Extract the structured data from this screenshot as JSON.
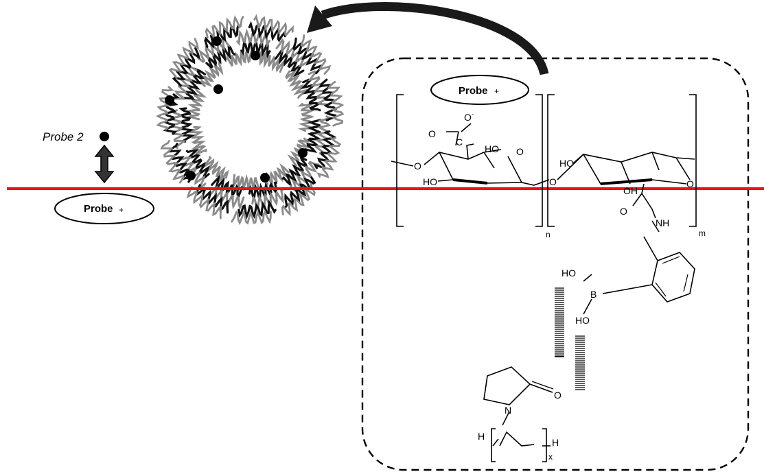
{
  "labels": {
    "probe2": "Probe 2",
    "probe_plus": "Probe",
    "plus_sign": "+",
    "o_ring": "O",
    "o_carbonyl": "O",
    "o_carboxyl": "O",
    "o_charge": "-",
    "c_carboxyl": "C",
    "ho_a": "HO",
    "ho_b": "HO",
    "ho_c": "HO",
    "oh": "OH",
    "o_ring2": "O",
    "o_link": "O",
    "o_ring3": "O",
    "o_amide": "O",
    "nh": "NH",
    "n_sub": "n",
    "m_sub": "m",
    "ho_boron1": "HO",
    "boron": "B",
    "ho_boron2": "HO",
    "n_pyrrolidone": "N",
    "o_pyrrolidone": "O",
    "h_left": "H",
    "h_right": "H",
    "x_sub": "x"
  },
  "colors": {
    "interface_line": "#e8141a",
    "chain_dark": "#111111",
    "chain_light": "#8a8a8a",
    "probe_dot": "#000000",
    "arrow_fill": "#1a1a1a"
  }
}
